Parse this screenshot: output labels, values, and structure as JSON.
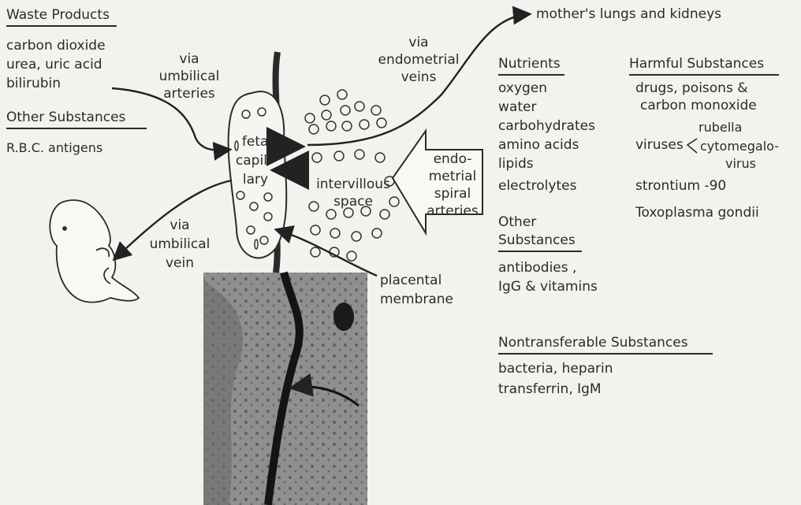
{
  "left": {
    "waste_heading": "Waste Products",
    "waste_items": [
      "carbon dioxide",
      "urea, uric acid",
      "bilirubin"
    ],
    "other_heading": "Other Substances",
    "other_items": [
      "R.B.C. antigens"
    ]
  },
  "labels": {
    "via_umbilical_arteries": [
      "via",
      "umbilical",
      "arteries"
    ],
    "via_umbilical_vein": [
      "via",
      "umbilical",
      "vein"
    ],
    "via_endometrial_veins": [
      "via",
      "endometrial",
      "veins"
    ],
    "mothers_organs": "mother's lungs and kidneys",
    "fetal_capillary": [
      "fetal",
      "capil-",
      "lary"
    ],
    "intervillous_space": [
      "intervillous",
      "space"
    ],
    "endometrial_spiral_arteries": [
      "endo-",
      "metrial",
      "spiral",
      "arteries"
    ],
    "placental_membrane": [
      "placental",
      "membrane"
    ]
  },
  "right": {
    "nutrients_heading": "Nutrients",
    "nutrients_items": [
      "oxygen",
      "water",
      "carbohydrates",
      "amino acids",
      "lipids",
      "electrolytes"
    ],
    "other_heading_line1": "Other",
    "other_heading_line2": "Substances",
    "other_items": [
      "antibodies ,",
      "IgG  &  vitamins"
    ],
    "harmful_heading": "Harmful Substances",
    "harmful_items": [
      "drugs, poisons &",
      "carbon monoxide"
    ],
    "viruses_label": "viruses",
    "viruses_list": [
      "rubella",
      "cytomegalo-",
      "virus"
    ],
    "strontium": "strontium -90",
    "toxoplasma": "Toxoplasma gondii",
    "nontransferable_heading": "Nontransferable Substances",
    "nontransferable_items": [
      "bacteria, heparin",
      "transferrin, IgM"
    ]
  }
}
